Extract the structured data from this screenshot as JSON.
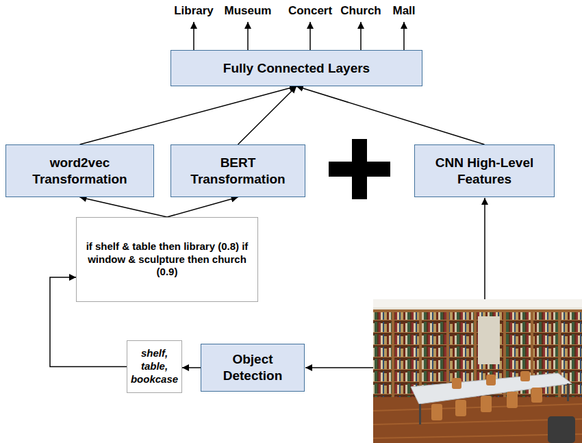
{
  "diagram": {
    "nodes": [
      {
        "text": [
          "Fully Connected Layers"
        ]
      },
      {
        "text": [
          "word2vec Transformation"
        ]
      },
      {
        "text": [
          "BERT Transformation"
        ]
      },
      {
        "text": [
          "CNN High-Level Features"
        ]
      },
      {
        "text": [
          "if shelf & table then library (0.8) if window & sculpture then church (0.9)"
        ]
      },
      {
        "text": [
          "shelf, table, bookcase"
        ]
      },
      {
        "text": [
          "Object Detection"
        ]
      }
    ],
    "edges": [
      {
        "from": 1,
        "to": 0,
        "arrow": "to"
      },
      {
        "from": 2,
        "to": 0,
        "arrow": "to"
      },
      {
        "from": 3,
        "to": 0,
        "arrow": "to"
      },
      {
        "from": 4,
        "to": 1,
        "arrow": "to"
      },
      {
        "from": 4,
        "to": 2,
        "arrow": "to"
      },
      {
        "from": 6,
        "to": 5,
        "arrow": "to"
      },
      {
        "from": 5,
        "to": 4,
        "arrow": "to"
      }
    ],
    "labels": [
      "Library",
      "Museum",
      "Concert",
      "Church",
      "Mall"
    ]
  }
}
